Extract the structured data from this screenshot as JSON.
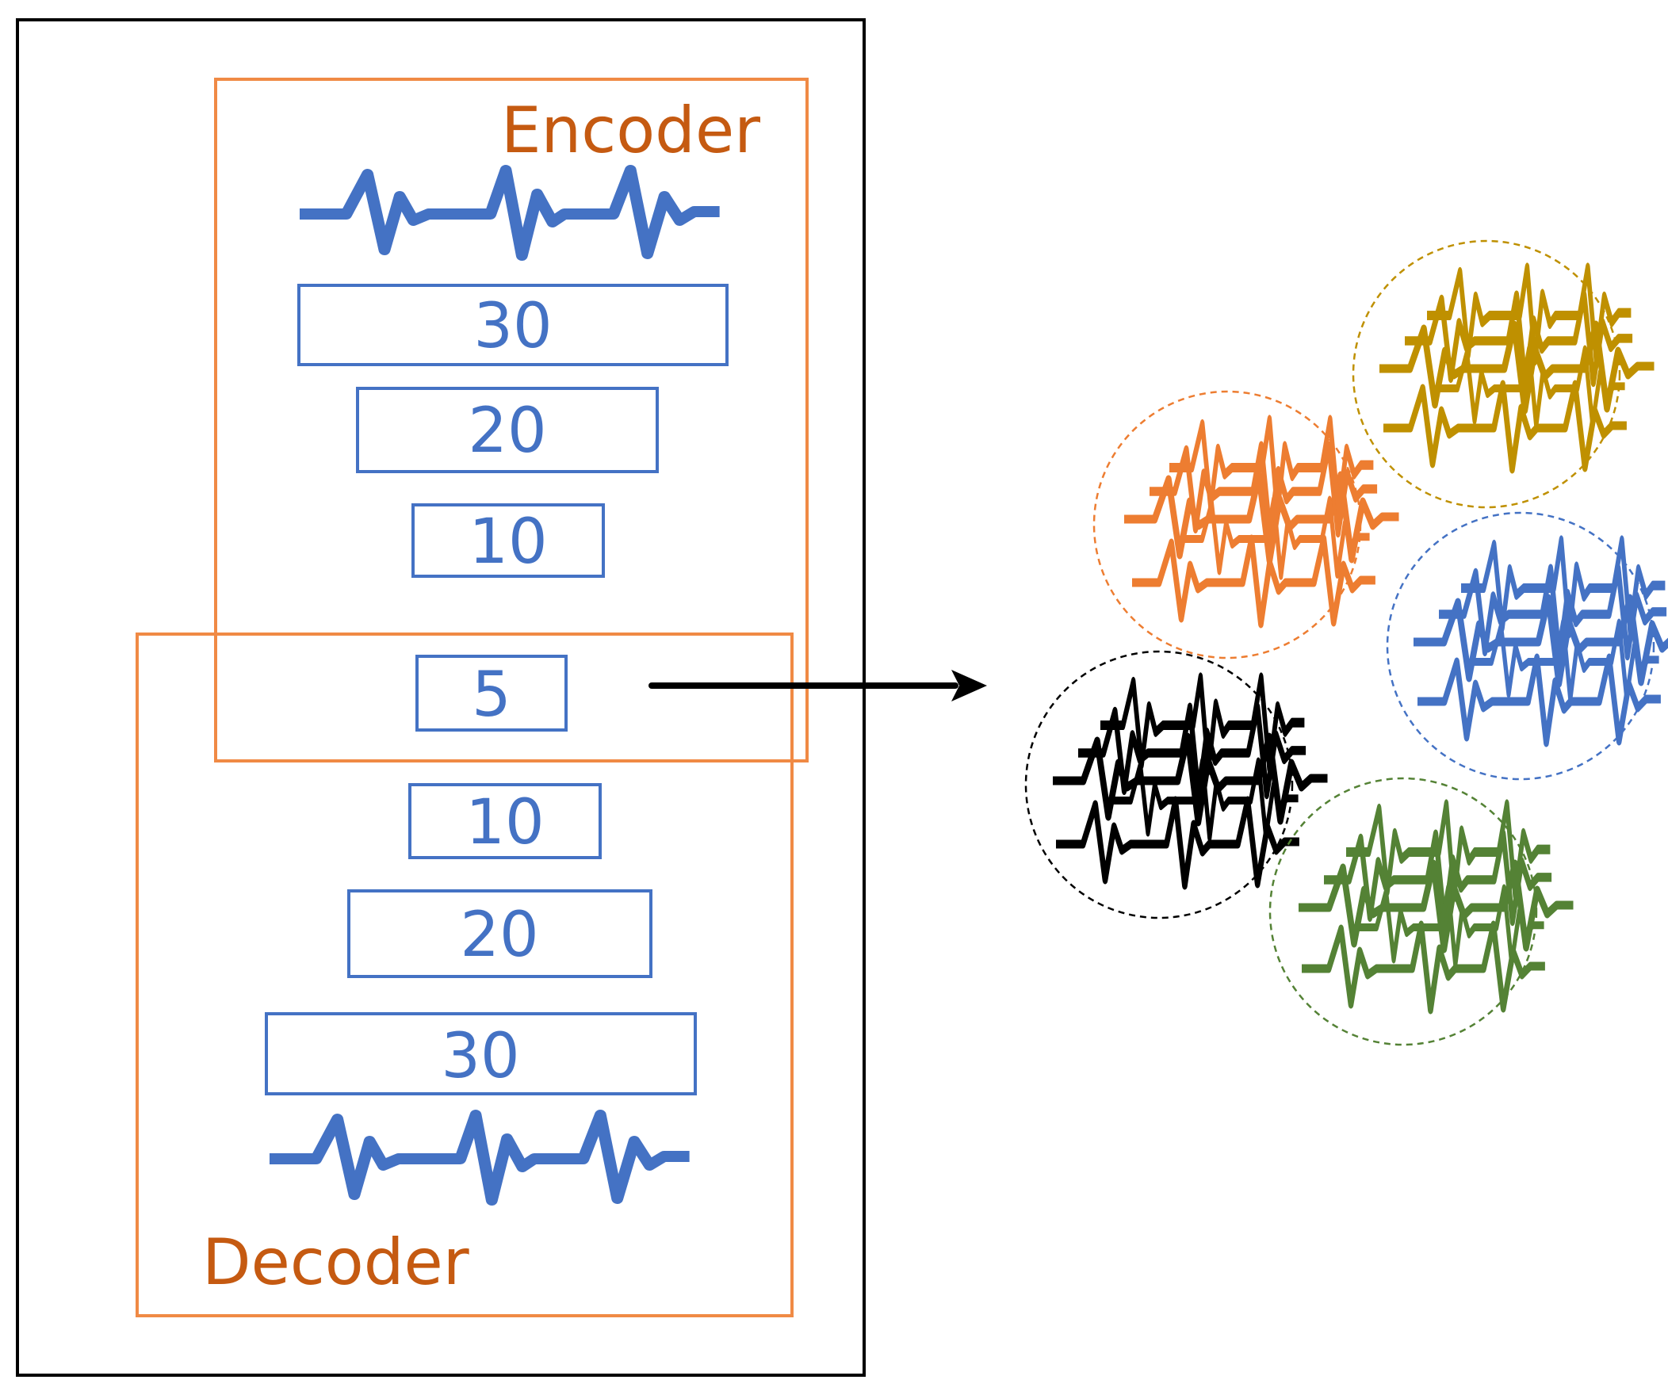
{
  "encoder": {
    "title": "Encoder",
    "layers": [
      "30",
      "20",
      "10"
    ]
  },
  "bottleneck": {
    "label": "5"
  },
  "decoder": {
    "title": "Decoder",
    "layers": [
      "10",
      "20",
      "30"
    ]
  },
  "clusters": [
    {
      "name": "orange",
      "color": "#ED7D31"
    },
    {
      "name": "gold",
      "color": "#BF9000"
    },
    {
      "name": "blue",
      "color": "#4472C4"
    },
    {
      "name": "black",
      "color": "#000000"
    },
    {
      "name": "green",
      "color": "#548235"
    }
  ],
  "colors": {
    "frame": "#000000",
    "box_outline": "#F08A45",
    "title_text": "#C55A11",
    "layer": "#4472C4",
    "signal": "#4472C4",
    "arrow": "#000000"
  }
}
